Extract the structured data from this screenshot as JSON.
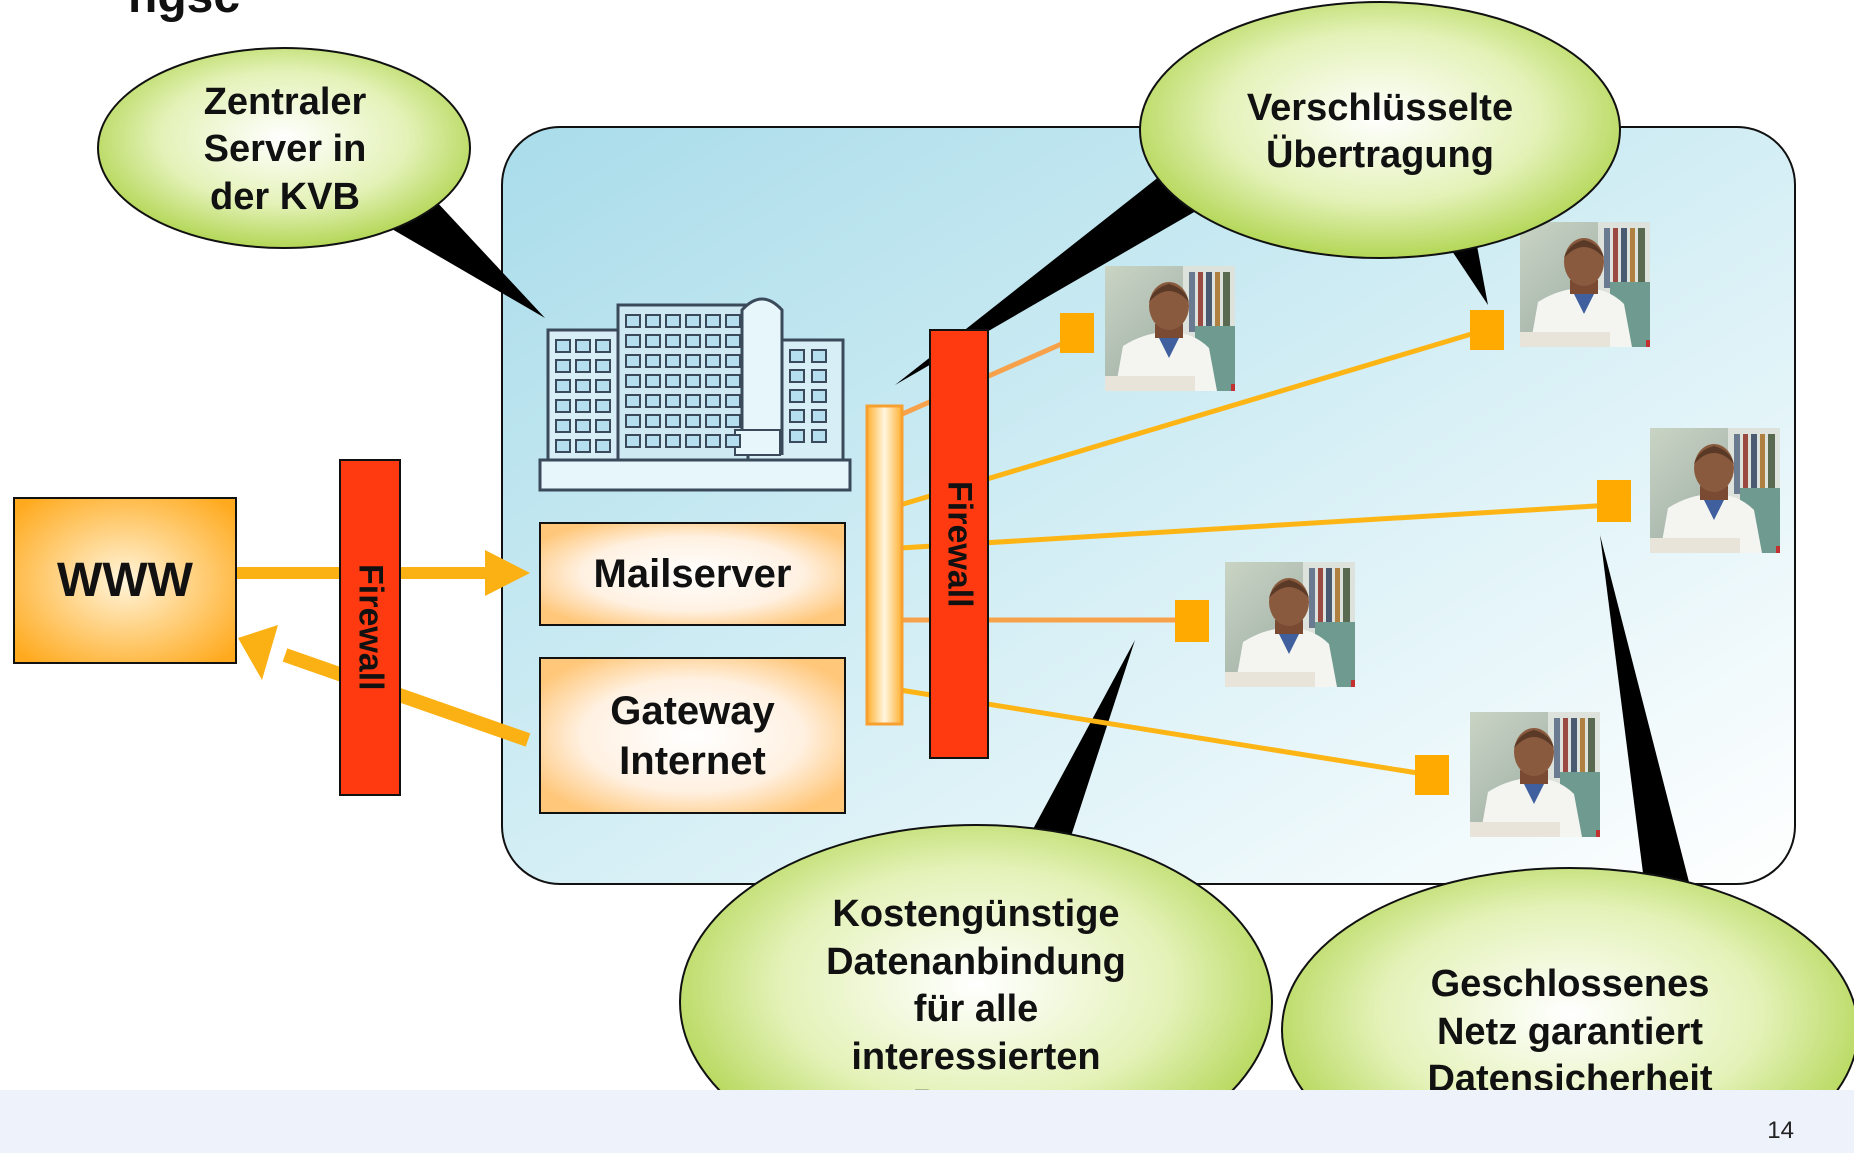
{
  "title_partial": "ngsc",
  "bubbles": {
    "server": "Zentraler\nServer in\nder KVB",
    "encryption": "Verschlüsselte\nÜbertragung",
    "cost": "Kostengünstige\nDatenanbindung\nfür alle\ninteressierten\nPraxen",
    "closed_net": "Geschlossenes\nNetz garantiert\nDatensicherheit"
  },
  "boxes": {
    "www": "WWW",
    "mailserver": "Mailserver",
    "gateway": "Gateway\nInternet"
  },
  "firewalls": {
    "left": "Firewall",
    "right": "Firewall"
  },
  "colors": {
    "network_bg": "#c2e6f0",
    "bubble_fill": "#cbe67a",
    "firewall": "#ff3a10",
    "connection": "#fdb515",
    "node": "#ffb400",
    "www_fill": "#ffb84a"
  },
  "page_number": "14"
}
